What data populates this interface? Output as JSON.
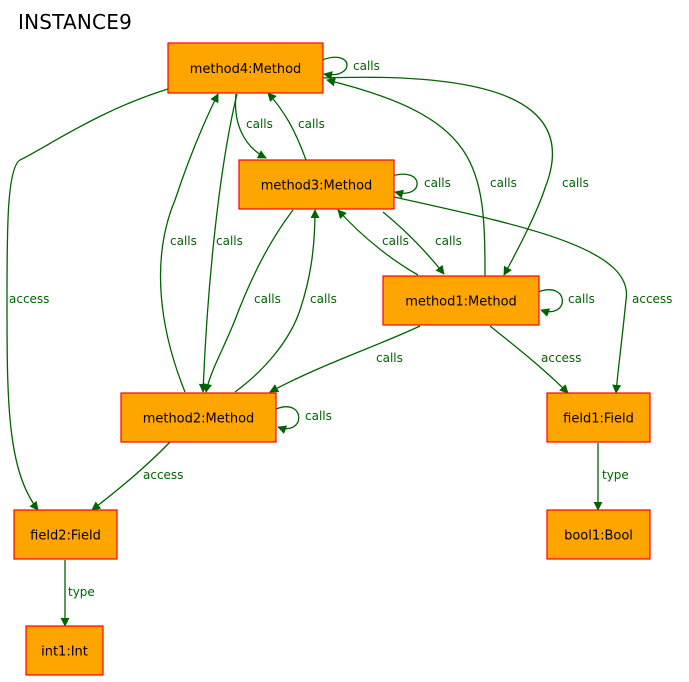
{
  "title": "INSTANCE9",
  "colors": {
    "node_fill": "#FFA500",
    "node_border": "#FF0000",
    "edge": "#006400"
  },
  "nodes": {
    "method4": "method4:Method",
    "method3": "method3:Method",
    "method1": "method1:Method",
    "method2": "method2:Method",
    "field1": "field1:Field",
    "field2": "field2:Field",
    "bool1": "bool1:Bool",
    "int1": "int1:Int"
  },
  "edges": [
    {
      "from": "method4",
      "to": "method4",
      "label": "calls"
    },
    {
      "from": "method4",
      "to": "method3",
      "label": "calls"
    },
    {
      "from": "method3",
      "to": "method4",
      "label": "calls"
    },
    {
      "from": "method3",
      "to": "method3",
      "label": "calls"
    },
    {
      "from": "method1",
      "to": "method4",
      "label": "calls"
    },
    {
      "from": "method4",
      "to": "method1",
      "label": "calls"
    },
    {
      "from": "method2",
      "to": "method4",
      "label": "calls"
    },
    {
      "from": "method4",
      "to": "method2",
      "label": "calls"
    },
    {
      "from": "method4",
      "to": "field2",
      "label": "access"
    },
    {
      "from": "method1",
      "to": "method3",
      "label": "calls"
    },
    {
      "from": "method3",
      "to": "method1",
      "label": "calls"
    },
    {
      "from": "method3",
      "to": "method2",
      "label": "calls"
    },
    {
      "from": "method2",
      "to": "method3",
      "label": "calls"
    },
    {
      "from": "method1",
      "to": "method1",
      "label": "calls"
    },
    {
      "from": "method3",
      "to": "field1",
      "label": "access"
    },
    {
      "from": "method1",
      "to": "method2",
      "label": "calls"
    },
    {
      "from": "method1",
      "to": "field1",
      "label": "access"
    },
    {
      "from": "method2",
      "to": "method2",
      "label": "calls"
    },
    {
      "from": "method2",
      "to": "field2",
      "label": "access"
    },
    {
      "from": "field1",
      "to": "bool1",
      "label": "type"
    },
    {
      "from": "field2",
      "to": "int1",
      "label": "type"
    }
  ]
}
